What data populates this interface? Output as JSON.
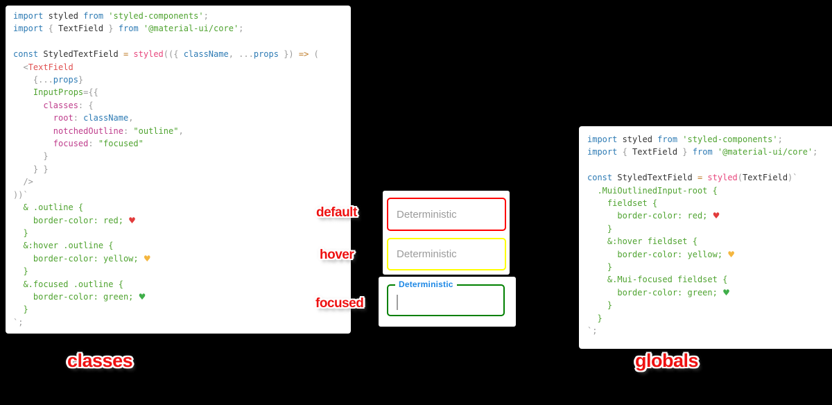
{
  "colors": {
    "background": "#000000",
    "panel_bg": "#ffffff",
    "sticker_red": "#ee1111",
    "field_default_border": "#ff0000",
    "field_hover_border": "#ffff00",
    "field_focused_border": "#008000",
    "focused_label_blue": "#1e88e5",
    "placeholder_gray": "#9b9b9b",
    "syntax_keyword": "#2e7bb4",
    "syntax_string": "#4fa330",
    "syntax_function": "#e8477d",
    "syntax_property": "#bf3d8c",
    "syntax_punctuation": "#9a9a9a",
    "syntax_operator": "#bf7c2a",
    "syntax_plain": "#333333"
  },
  "stickers": {
    "default": "default",
    "hover": "hover",
    "focused": "focused",
    "classes": "classes",
    "globals": "globals"
  },
  "fields": {
    "default": {
      "placeholder": "Deterministic"
    },
    "hover": {
      "placeholder": "Deterministic"
    },
    "focused": {
      "label": "Deterministic",
      "value": ""
    }
  },
  "left_code": {
    "lines": [
      [
        [
          "kw",
          "import"
        ],
        [
          "pl",
          " styled "
        ],
        [
          "kw",
          "from"
        ],
        [
          "str",
          " 'styled-components'"
        ],
        [
          "pun",
          ";"
        ]
      ],
      [
        [
          "kw",
          "import"
        ],
        [
          "pun",
          " { "
        ],
        [
          "pl",
          "TextField"
        ],
        [
          "pun",
          " } "
        ],
        [
          "kw",
          "from"
        ],
        [
          "str",
          " '@material-ui/core'"
        ],
        [
          "pun",
          ";"
        ]
      ],
      [],
      [
        [
          "kw",
          "const"
        ],
        [
          "pl",
          " StyledTextField "
        ],
        [
          "op",
          "="
        ],
        [
          "pl",
          " "
        ],
        [
          "fn",
          "styled"
        ],
        [
          "pun",
          "(({ "
        ],
        [
          "kw",
          "className"
        ],
        [
          "pun",
          ", ..."
        ],
        [
          "kw",
          "props"
        ],
        [
          "pun",
          " }) "
        ],
        [
          "op",
          "=>"
        ],
        [
          "pun",
          " ("
        ]
      ],
      [
        [
          "pun",
          "  <"
        ],
        [
          "tag",
          "TextField"
        ]
      ],
      [
        [
          "pun",
          "    {..."
        ],
        [
          "kw",
          "props"
        ],
        [
          "pun",
          "}"
        ]
      ],
      [
        [
          "str",
          "    InputProps"
        ],
        [
          "pun",
          "={{"
        ]
      ],
      [
        [
          "prop",
          "      classes"
        ],
        [
          "pun",
          ": {"
        ]
      ],
      [
        [
          "prop",
          "        root"
        ],
        [
          "pun",
          ": "
        ],
        [
          "kw",
          "className"
        ],
        [
          "pun",
          ","
        ]
      ],
      [
        [
          "prop",
          "        notchedOutline"
        ],
        [
          "pun",
          ": "
        ],
        [
          "str",
          "\"outline\""
        ],
        [
          "pun",
          ","
        ]
      ],
      [
        [
          "prop",
          "        focused"
        ],
        [
          "pun",
          ": "
        ],
        [
          "str",
          "\"focused\""
        ]
      ],
      [
        [
          "pun",
          "      }"
        ]
      ],
      [
        [
          "pun",
          "    } }"
        ]
      ],
      [
        [
          "pun",
          "  />"
        ]
      ],
      [
        [
          "pun",
          "))`"
        ]
      ],
      [
        [
          "css",
          "  & .outline {"
        ]
      ],
      [
        [
          "css",
          "    border-color: red; "
        ],
        [
          "hred",
          "♥"
        ]
      ],
      [
        [
          "css",
          "  }"
        ]
      ],
      [
        [
          "css",
          "  &:hover .outline {"
        ]
      ],
      [
        [
          "css",
          "    border-color: yellow; "
        ],
        [
          "hyel",
          "♥"
        ]
      ],
      [
        [
          "css",
          "  }"
        ]
      ],
      [
        [
          "css",
          "  &.focused .outline {"
        ]
      ],
      [
        [
          "css",
          "    border-color: green; "
        ],
        [
          "hgrn",
          "♥"
        ]
      ],
      [
        [
          "css",
          "  }"
        ]
      ],
      [
        [
          "pun",
          "`;"
        ]
      ]
    ]
  },
  "right_code": {
    "lines": [
      [
        [
          "kw",
          "import"
        ],
        [
          "pl",
          " styled "
        ],
        [
          "kw",
          "from"
        ],
        [
          "str",
          " 'styled-components'"
        ],
        [
          "pun",
          ";"
        ]
      ],
      [
        [
          "kw",
          "import"
        ],
        [
          "pun",
          " { "
        ],
        [
          "pl",
          "TextField"
        ],
        [
          "pun",
          " } "
        ],
        [
          "kw",
          "from"
        ],
        [
          "str",
          " '@material-ui/core'"
        ],
        [
          "pun",
          ";"
        ]
      ],
      [],
      [
        [
          "kw",
          "const"
        ],
        [
          "pl",
          " StyledTextField "
        ],
        [
          "op",
          "="
        ],
        [
          "pl",
          " "
        ],
        [
          "fn",
          "styled"
        ],
        [
          "pun",
          "("
        ],
        [
          "pl",
          "TextField"
        ],
        [
          "pun",
          ")`"
        ]
      ],
      [
        [
          "css",
          "  .MuiOutlinedInput-root {"
        ]
      ],
      [
        [
          "css",
          "    fieldset {"
        ]
      ],
      [
        [
          "css",
          "      border-color: red; "
        ],
        [
          "hred",
          "♥"
        ]
      ],
      [
        [
          "css",
          "    }"
        ]
      ],
      [
        [
          "css",
          "    &:hover fieldset {"
        ]
      ],
      [
        [
          "css",
          "      border-color: yellow; "
        ],
        [
          "hyel",
          "♥"
        ]
      ],
      [
        [
          "css",
          "    }"
        ]
      ],
      [
        [
          "css",
          "    &.Mui-focused fieldset {"
        ]
      ],
      [
        [
          "css",
          "      border-color: green; "
        ],
        [
          "hgrn",
          "♥"
        ]
      ],
      [
        [
          "css",
          "    }"
        ]
      ],
      [
        [
          "css",
          "  }"
        ]
      ],
      [
        [
          "pun",
          "`;"
        ]
      ]
    ]
  }
}
